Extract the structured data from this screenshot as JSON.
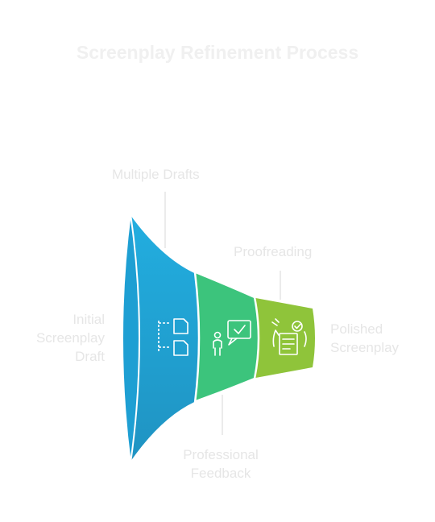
{
  "title": "Screenplay Refinement Process",
  "input_label": [
    "Initial",
    "Screenplay",
    "Draft"
  ],
  "output_label": [
    "Polished",
    "Screenplay"
  ],
  "stages": [
    {
      "label": [
        "Multiple Drafts"
      ],
      "color": "#1ea7d8",
      "icon": "documents-icon"
    },
    {
      "label": [
        "Professional",
        "Feedback"
      ],
      "color": "#3cc47c",
      "icon": "person-feedback-icon"
    },
    {
      "label": [
        "Proofreading"
      ],
      "color": "#8fc43a",
      "icon": "document-check-icon"
    }
  ]
}
